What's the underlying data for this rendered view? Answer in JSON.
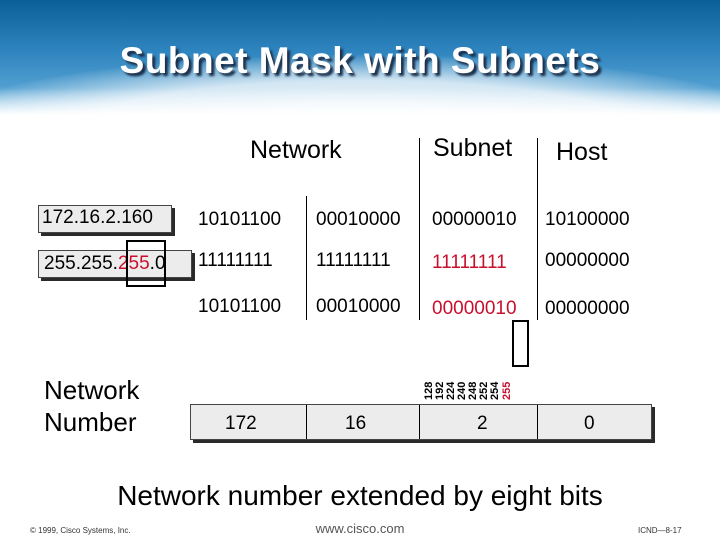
{
  "title": "Subnet Mask with Subnets",
  "headers": {
    "network": "Network",
    "subnet": "Subnet",
    "host": "Host"
  },
  "rows": {
    "ip": {
      "label": "172.16.2.160",
      "octets": [
        "10101100",
        "00010000",
        "00000010",
        "10100000"
      ]
    },
    "mask": {
      "label_plain": "255.255.",
      "label_red": "255",
      "label_tail": ".0",
      "octets": [
        "11111111",
        "11111111",
        "11111111",
        "00000000"
      ]
    },
    "result": {
      "octets": [
        "10101100",
        "00010000",
        "00000010",
        "00000000"
      ]
    }
  },
  "mask_values": [
    "128",
    "192",
    "224",
    "240",
    "248",
    "252",
    "254",
    "255"
  ],
  "network_number": {
    "label": [
      "Network",
      "Number"
    ],
    "values": [
      "172",
      "16",
      "2",
      "0"
    ]
  },
  "caption": "Network number extended by eight bits",
  "footer": {
    "copyright": "© 1999, Cisco Systems, Inc.",
    "url": "www.cisco.com",
    "page": "ICND—8-17"
  },
  "colors": {
    "accent_red": "#c8102e",
    "header_blue": "#0b5f98"
  }
}
